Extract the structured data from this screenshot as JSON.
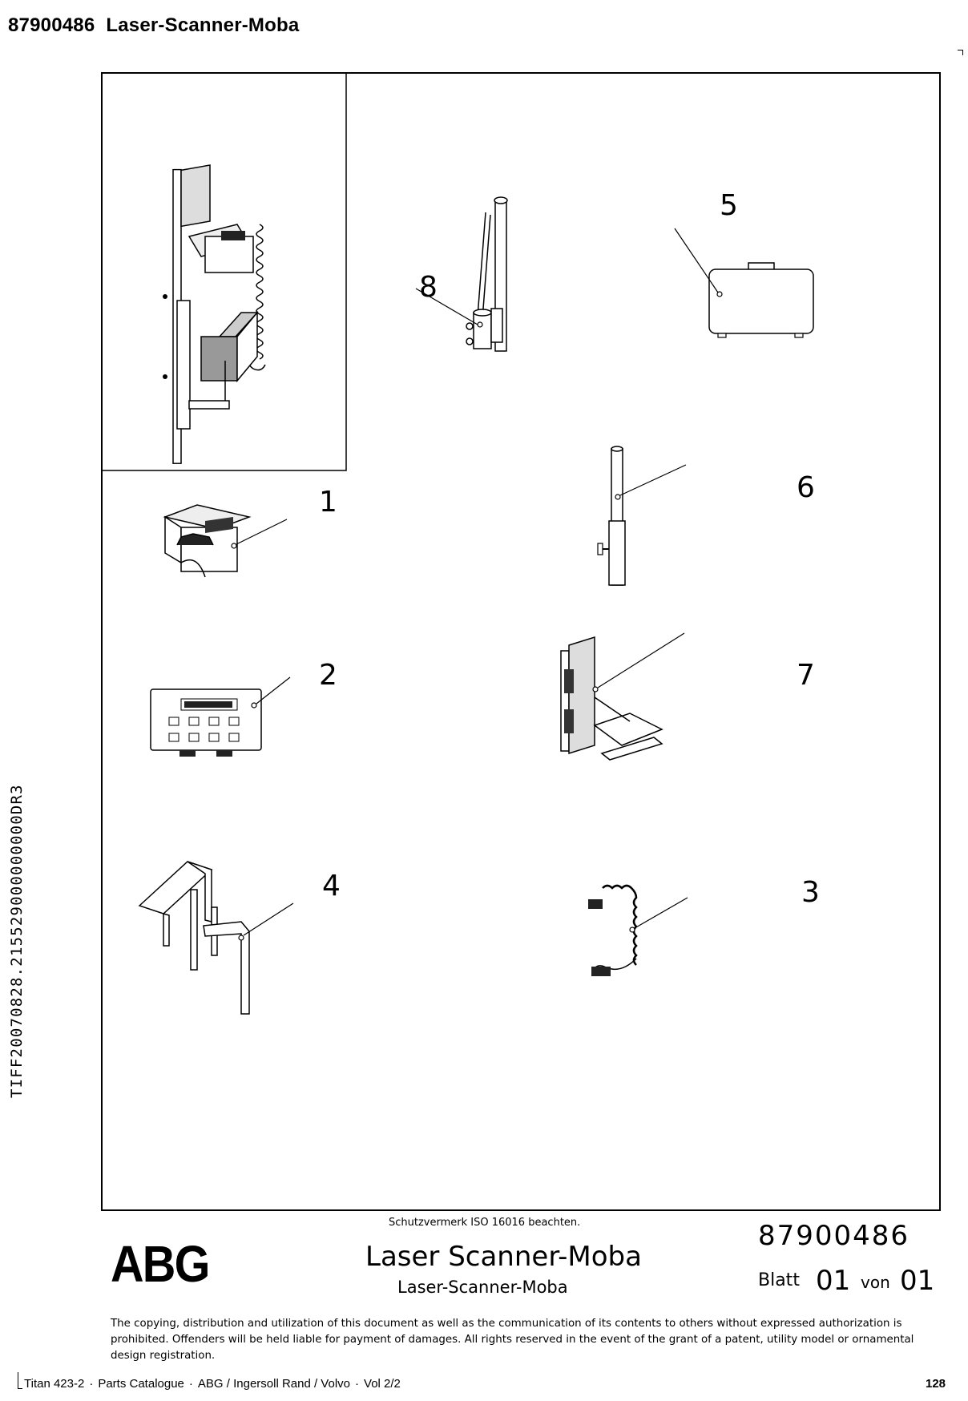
{
  "header": {
    "part_number": "87900486",
    "title": "Laser-Scanner-Moba"
  },
  "side_code": "TIFF20070828.215529000000000DR3",
  "callouts": [
    "1",
    "2",
    "3",
    "4",
    "5",
    "6",
    "7",
    "8"
  ],
  "title_block": {
    "logo": "ABG",
    "notice": "Schutzvermerk ISO 16016 beachten.",
    "title": "Laser Scanner-Moba",
    "subtitle": "Laser-Scanner-Moba",
    "part_number": "87900486",
    "blatt_label": "Blatt",
    "blatt_number": "01",
    "von_label": "von",
    "von_number": "01"
  },
  "copyright": "The copying, distribution and utilization of this document as well as the communication of its contents to others without expressed authorization is prohibited. Offenders will be held liable for payment of damages. All rights reserved in the event of the grant of a patent, utility model or ornamental design registration.",
  "footer": {
    "items": [
      "Titan 423-2",
      "Parts Catalogue",
      "ABG / Ingersoll Rand / Volvo",
      "Vol 2/2"
    ],
    "separator": "·",
    "page_number": "128"
  }
}
